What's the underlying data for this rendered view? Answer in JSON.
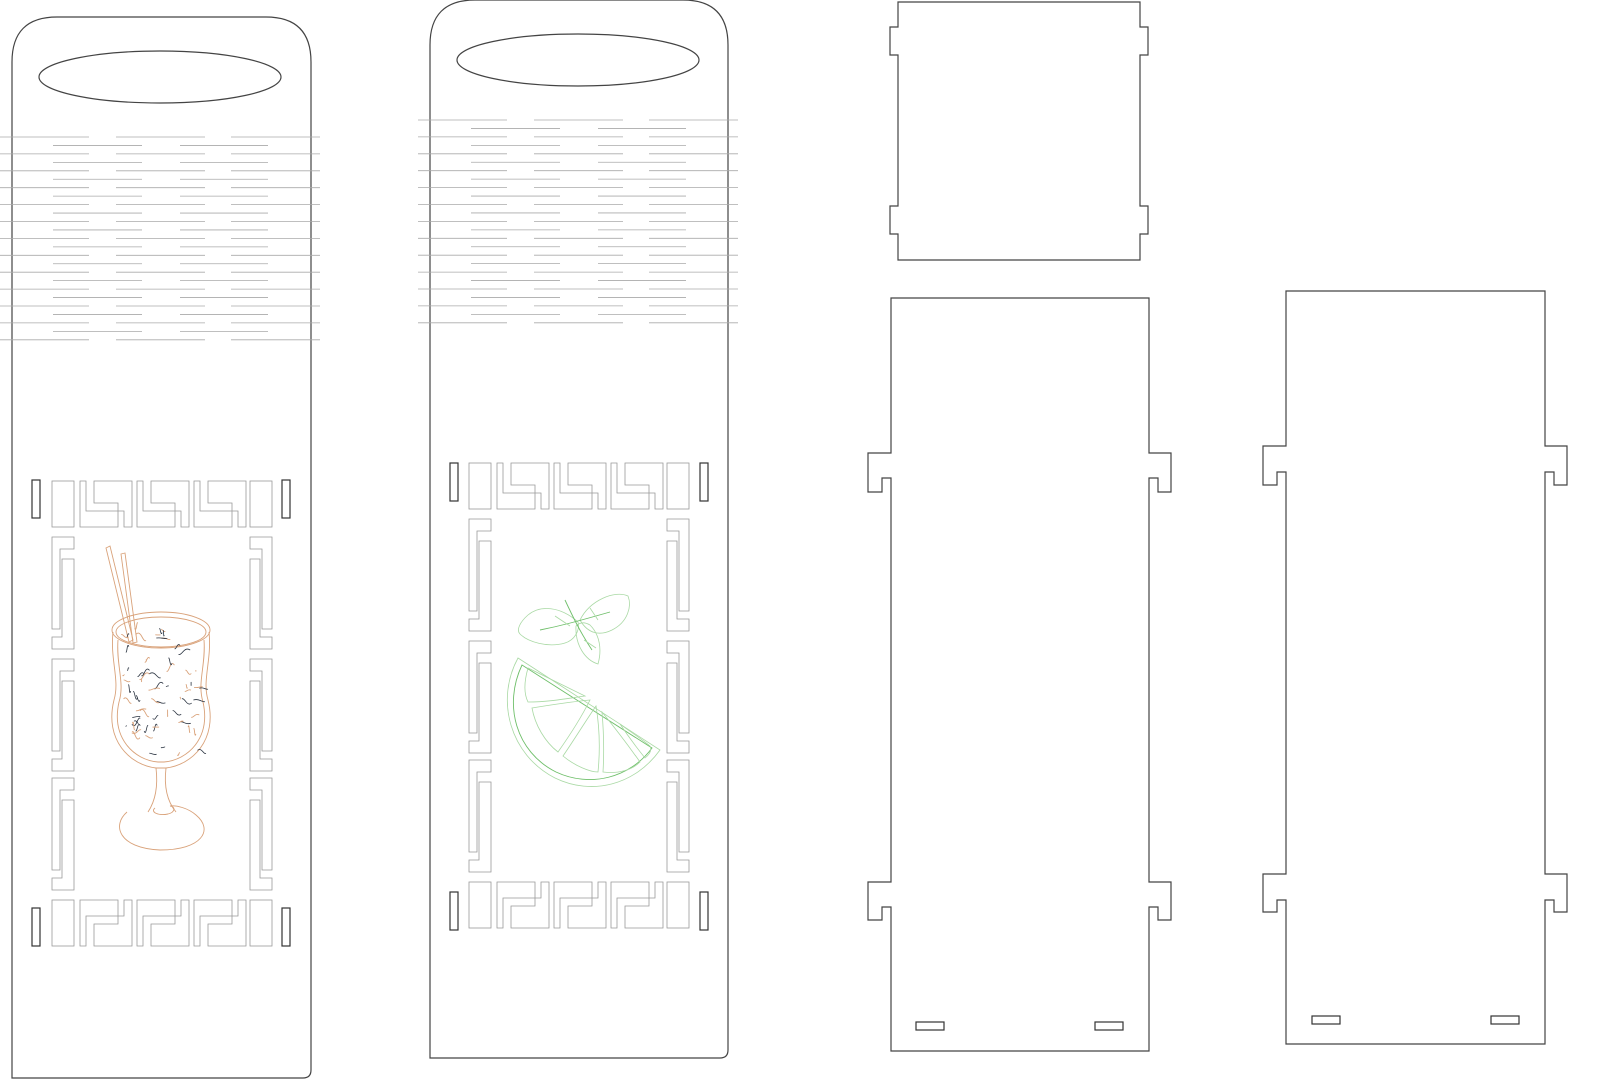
{
  "drawing": {
    "colors": {
      "outline": "#444444",
      "flex_cuts": "#aaaaaa",
      "cocktail_glass": "#d9a27a",
      "cocktail_ice": "#2a3340",
      "mint_lime": "#6fbf6a"
    },
    "panels": [
      {
        "id": "front-panel",
        "artwork": "cocktail-glass"
      },
      {
        "id": "back-panel",
        "artwork": "lime-and-mint"
      },
      {
        "id": "top-lid",
        "artwork": "none"
      },
      {
        "id": "side-panel-left",
        "artwork": "none"
      },
      {
        "id": "side-panel-right",
        "artwork": "none"
      }
    ]
  }
}
